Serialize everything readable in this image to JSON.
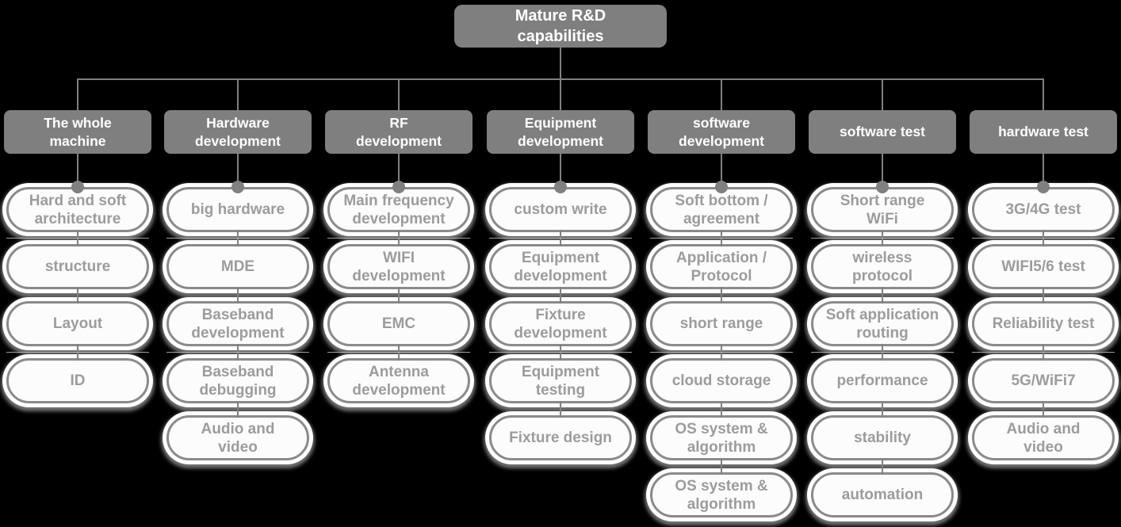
{
  "root": {
    "label": "Mature R&D\ncapabilities"
  },
  "columns": [
    {
      "header": "The whole\nmachine",
      "items": [
        "Hard and soft\narchitecture",
        "structure",
        "Layout",
        "ID"
      ]
    },
    {
      "header": "Hardware\ndevelopment",
      "items": [
        "big hardware",
        "MDE",
        "Baseband\ndevelopment",
        "Baseband\ndebugging",
        "Audio and\nvideo"
      ]
    },
    {
      "header": "RF\ndevelopment",
      "items": [
        "Main frequency\ndevelopment",
        "WIFI\ndevelopment",
        "EMC",
        "Antenna\ndevelopment"
      ]
    },
    {
      "header": "Equipment\ndevelopment",
      "items": [
        "custom write",
        "Equipment\ndevelopment",
        "Fixture\ndevelopment",
        "Equipment\ntesting",
        "Fixture design"
      ]
    },
    {
      "header": "software\ndevelopment",
      "items": [
        "Soft bottom /\nagreement",
        "Application /\nProtocol",
        "short range",
        "cloud storage",
        "OS system &\nalgorithm",
        "OS system &\nalgorithm"
      ]
    },
    {
      "header": "software test",
      "items": [
        "Short range\nWiFi",
        "wireless\nprotocol",
        "Soft application\nrouting",
        "performance",
        "stability",
        "automation"
      ]
    },
    {
      "header": "hardware test",
      "items": [
        "3G/4G test",
        "WIFI5/6 test",
        "Reliability test",
        "5G/WiFi7",
        "Audio and\nvideo"
      ]
    }
  ],
  "colors": {
    "background": "#000000",
    "node_fill": "#7f7f7f",
    "node_text": "#ffffff",
    "pill_fill": "#fcfcfc",
    "pill_border": "#8a8a8a",
    "pill_text": "#9c9c9c",
    "pill_halo": "#ffffff",
    "connector": "#808080",
    "divider": "#c6c6c6"
  }
}
